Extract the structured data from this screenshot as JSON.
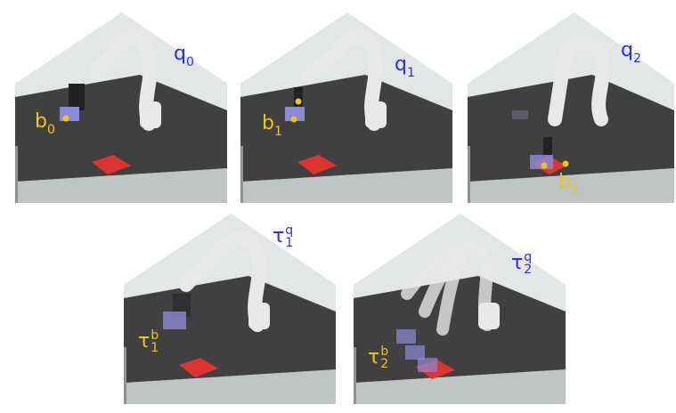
{
  "colors": {
    "config_label": "#2929ff",
    "block_label": "#f1c40f",
    "target_square": "#e0322f",
    "floor": "#cfd3d3",
    "wall": "#d9dcdc",
    "table": "#3f3f3f",
    "robot": "#e8e8e8",
    "block": "#8a8ad6"
  },
  "panels": [
    {
      "config_label": {
        "base": "q",
        "sub": "0"
      },
      "block_label": {
        "base": "b",
        "sub": "0"
      }
    },
    {
      "config_label": {
        "base": "q",
        "sub": "1"
      },
      "block_label": {
        "base": "b",
        "sub": "1"
      }
    },
    {
      "config_label": {
        "base": "q",
        "sub": "2"
      },
      "block_label": {
        "base": "b",
        "sub": "2"
      }
    },
    {
      "config_label": {
        "base": "τ",
        "sup": "q",
        "sub": "1"
      },
      "block_label": {
        "base": "τ",
        "sup": "b",
        "sub": "1"
      }
    },
    {
      "config_label": {
        "base": "τ",
        "sup": "q",
        "sub": "2"
      },
      "block_label": {
        "base": "τ",
        "sup": "b",
        "sub": "2"
      }
    }
  ]
}
